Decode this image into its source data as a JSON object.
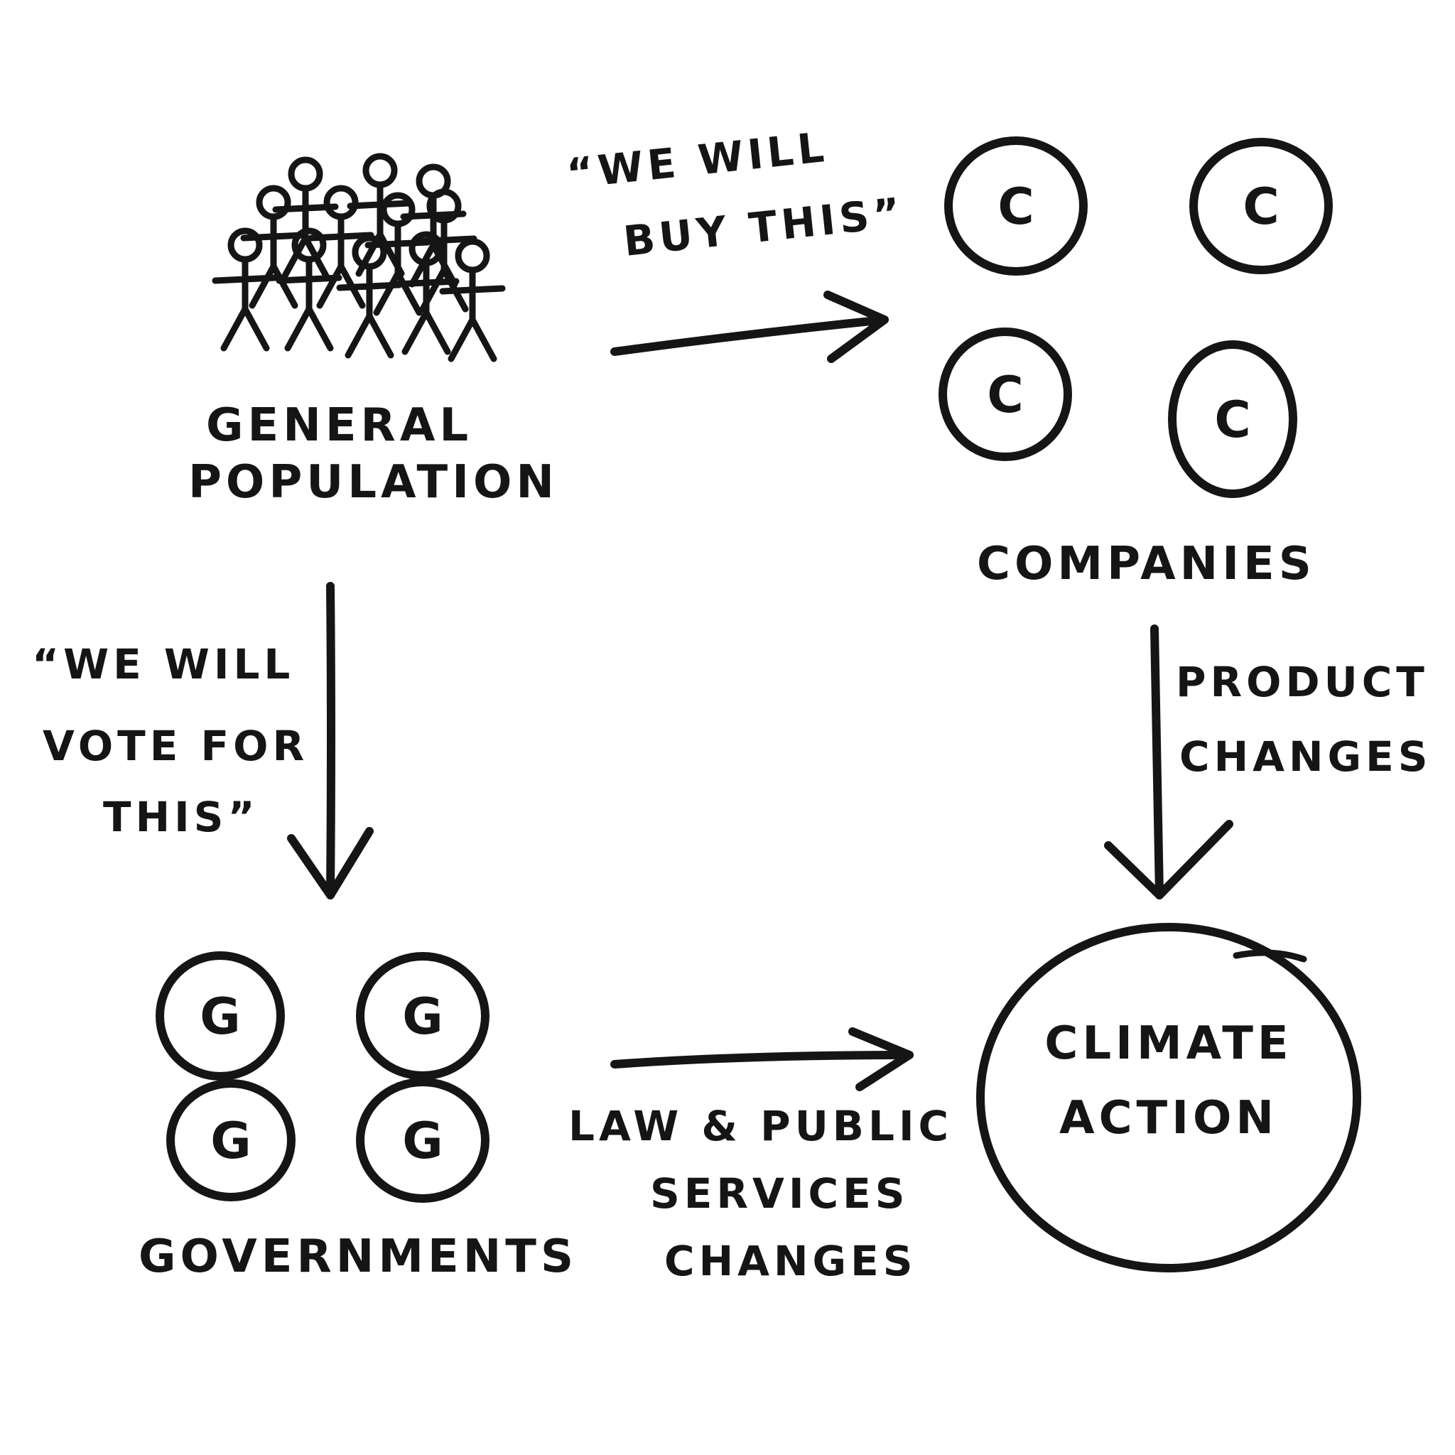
{
  "nodes": {
    "population": {
      "line1": "GENERAL",
      "line2": "POPULATION"
    },
    "companies": {
      "label": "COMPANIES",
      "letter": "C"
    },
    "governments": {
      "label": "GOVERNMENTS",
      "letter": "G"
    },
    "climate": {
      "line1": "CLIMATE",
      "line2": "ACTION"
    }
  },
  "edges": {
    "buy": {
      "line1": "“WE WILL",
      "line2": "BUY THIS”"
    },
    "vote": {
      "line1": "“WE WILL",
      "line2": "VOTE FOR",
      "line3": "THIS”"
    },
    "product": {
      "line1": "PRODUCT",
      "line2": "CHANGES"
    },
    "law": {
      "line1": "LAW & PUBLIC",
      "line2": "SERVICES",
      "line3": "CHANGES"
    }
  },
  "colors": {
    "ink": "#151515",
    "paper": "#ffffff"
  }
}
